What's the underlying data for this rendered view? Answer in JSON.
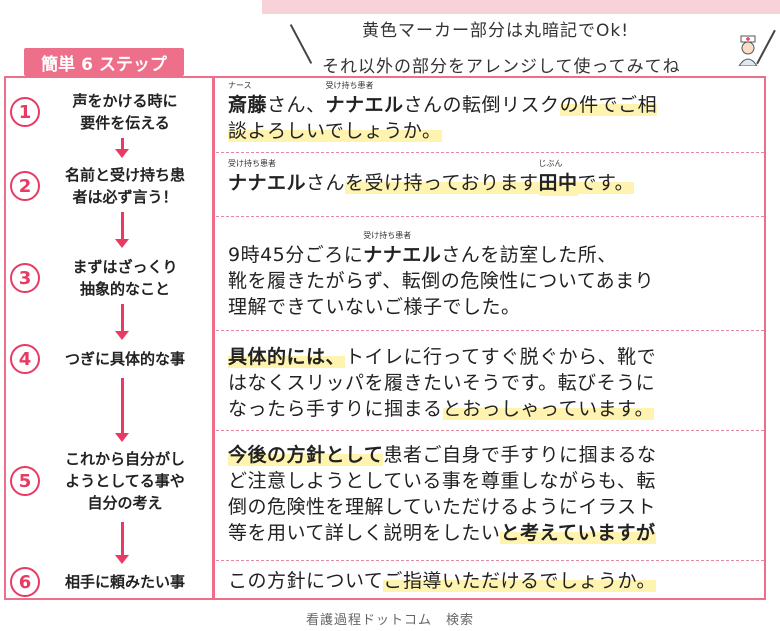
{
  "note": {
    "line1": "黄色マーカー部分は丸暗記でOk!",
    "line2": "それ以外の部分をアレンジして使ってみてね"
  },
  "title": "簡単 6 ステップ",
  "steps": [
    {
      "num": "1",
      "label": "声をかける時に\n要件を伝える"
    },
    {
      "num": "2",
      "label": "名前と受け持ち患\n者は必ず言う！"
    },
    {
      "num": "3",
      "label": "まずはざっくり\n抽象的なこと"
    },
    {
      "num": "4",
      "label": "つぎに具体的な事"
    },
    {
      "num": "5",
      "label": "これから自分がし\nようとしてる事や\n自分の考え"
    },
    {
      "num": "6",
      "label": "相手に頼みたい事"
    }
  ],
  "rows": {
    "r1": {
      "ruby_nurse": "ナース",
      "ruby_patient": "受け持ち患者",
      "nurse_name": "斎藤",
      "t1": "さん、",
      "patient": "ナナエル",
      "t2": "さんの転倒リスク",
      "h1": "の件でご相",
      "h2": "談よろしいでしょうか。"
    },
    "r2": {
      "ruby_patient": "受け持ち患者",
      "ruby_name": "じぶん",
      "patient": "ナナエル",
      "t1": "さん",
      "h1": "を受け持っております",
      "name": "田中",
      "h2": "です。"
    },
    "r3": {
      "ruby_patient": "受け持ち患者",
      "t1": "9時45分ごろに",
      "patient": "ナナエル",
      "t2": "さんを訪室した所、",
      "line2": "靴を履きたがらず、転倒の危険性についてあまり",
      "line3": "理解できていないご様子でした。"
    },
    "r4": {
      "h1": "具体的には、",
      "t1": "トイレに行ってすぐ脱ぐから、靴で",
      "line2": "はなくスリッパを履きたいそうです。転びそうに",
      "line3": "なったら手すりに",
      "t3": "掴まる",
      "h3": "とおっしゃっています。"
    },
    "r5": {
      "h1": "今後の方針として",
      "t1": "患者ご自身で手すりに掴まるな",
      "line2": "ど注意しようとしている事を尊重しながらも、転",
      "line3": "倒の危険性を理解していただけるようにイラスト",
      "line4a": "等を用いて詳しく説明をしたい",
      "h4": "と考えていますが"
    },
    "r6": {
      "t1": "この方針について",
      "h1": "ご指導いただけるでしょうか。"
    }
  },
  "footer": "看護過程ドットコム　検索",
  "colors": {
    "accent": "#ed6f8a",
    "number": "#e83a63",
    "highlight": "#fff3b0"
  }
}
